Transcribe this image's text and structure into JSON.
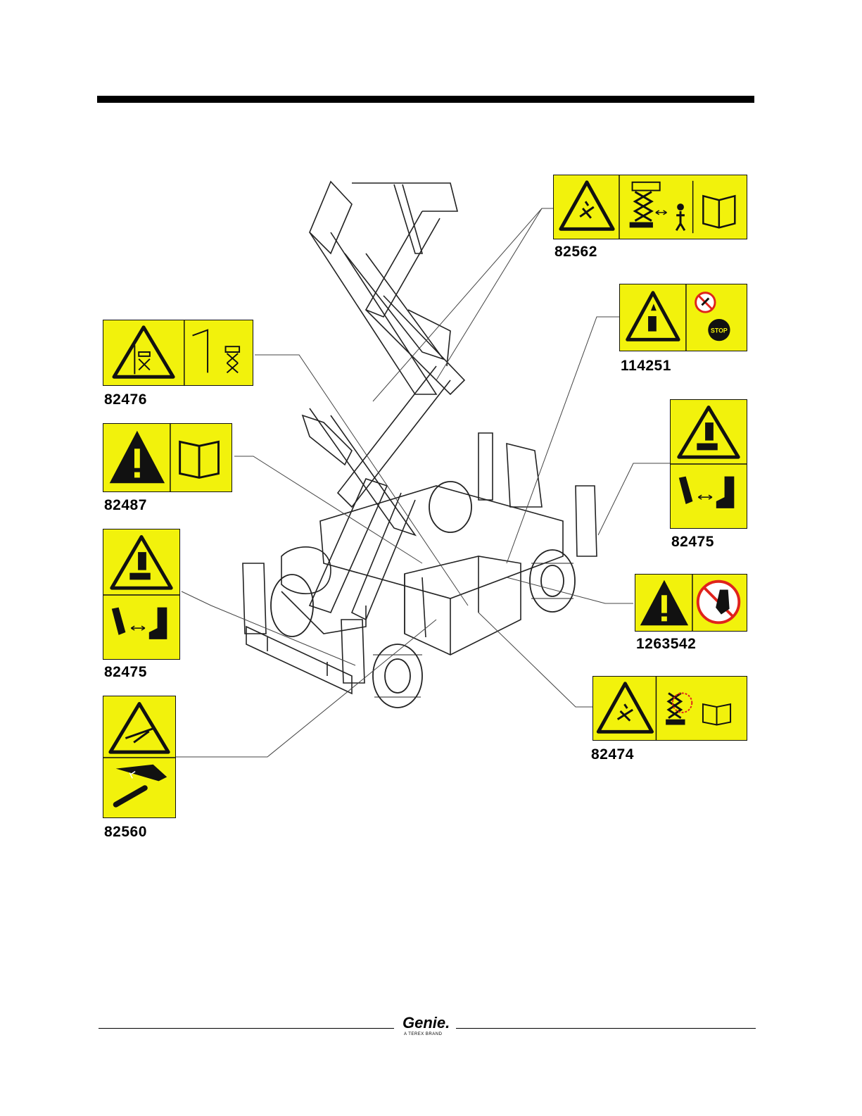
{
  "decals": {
    "d82562": {
      "part_number": "82562"
    },
    "d114251": {
      "part_number": "114251"
    },
    "d82476": {
      "part_number": "82476"
    },
    "d82487": {
      "part_number": "82487"
    },
    "d82475_right": {
      "part_number": "82475"
    },
    "d82475_left": {
      "part_number": "82475"
    },
    "d1263542": {
      "part_number": "1263542"
    },
    "d82474": {
      "part_number": "82474"
    },
    "d82560": {
      "part_number": "82560"
    }
  },
  "footer": {
    "logo": "Genie.",
    "logo_sub": "A TEREX BRAND"
  },
  "colors": {
    "decal_yellow": "#f2f20c",
    "prohibit_red": "#e0231c",
    "ink": "#000000"
  }
}
